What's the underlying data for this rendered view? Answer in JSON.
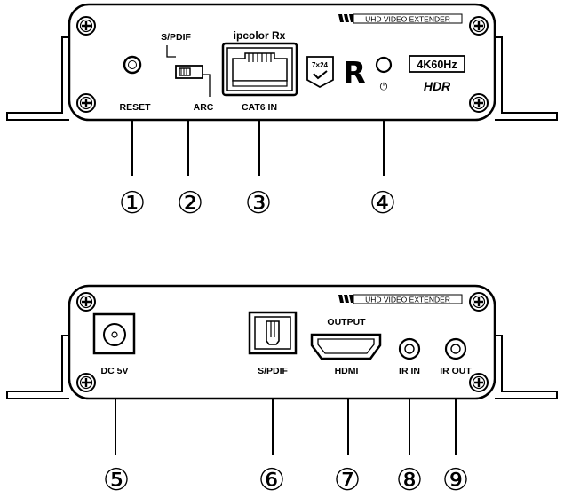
{
  "top_panel": {
    "banner": "UHD VIDEO EXTENDER",
    "model": "ipcolor Rx",
    "spdif_switch_label": "S/PDIF",
    "arc_label": "ARC",
    "reset_label": "RESET",
    "cat6_label": "CAT6 IN",
    "badge_7x24": "7×24",
    "badge_4k": "4K60Hz",
    "badge_hdr": "HDR",
    "logo_letter": "R",
    "power_symbol": "⏻"
  },
  "bottom_panel": {
    "banner": "UHD VIDEO EXTENDER",
    "dc_label": "DC 5V",
    "spdif_label": "S/PDIF",
    "output_label": "OUTPUT",
    "hdmi_label": "HDMI",
    "ir_in_label": "IR IN",
    "ir_out_label": "IR OUT"
  },
  "callouts": [
    "①",
    "②",
    "③",
    "④",
    "⑤",
    "⑥",
    "⑦",
    "⑧",
    "⑨"
  ]
}
